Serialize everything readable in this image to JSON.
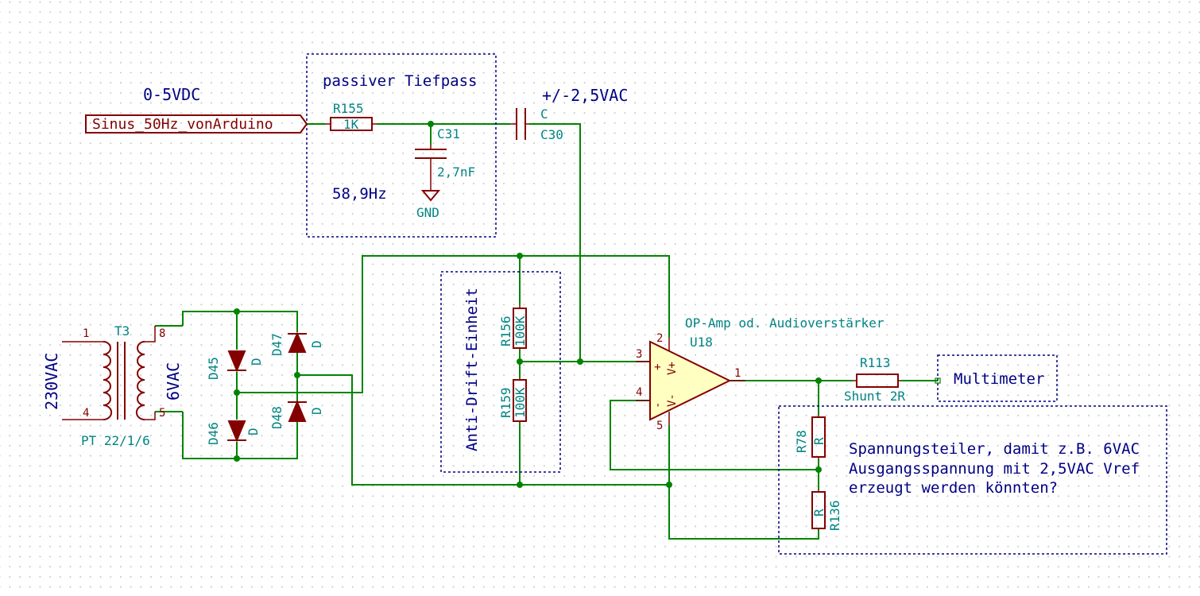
{
  "net_labels": {
    "input_range": "0-5VDC",
    "ac_out": "+/-2,5VAC"
  },
  "notes": {
    "lowpass_title": "passiver Tiefpass",
    "cutoff": "58,9Hz",
    "anti_drift": "Anti-Drift-Einheit",
    "multimeter": "Multimeter",
    "divider_line1": "Spannungsteiler, damit z.B. 6VAC",
    "divider_line2": "Ausgangsspannung mit 2,5VAC Vref",
    "divider_line3": "erzeugt werden könnten?",
    "mains": "230VAC",
    "secondary": "6VAC"
  },
  "hier_label": {
    "text": "Sinus_50Hz_vonArduino"
  },
  "components": {
    "r155": {
      "ref": "R155",
      "value": "1K"
    },
    "c31": {
      "ref": "C31",
      "value": "2,7nF"
    },
    "gnd": {
      "value": "GND"
    },
    "c30": {
      "ref": "C30",
      "value": "C"
    },
    "r156": {
      "ref": "R156",
      "value": "100K"
    },
    "r159": {
      "ref": "R159",
      "value": "100K"
    },
    "t3": {
      "ref": "T3",
      "value": "PT 22/1/6",
      "pins": [
        "1",
        "4",
        "8",
        "5"
      ]
    },
    "d45": {
      "ref": "D45",
      "value": "D"
    },
    "d46": {
      "ref": "D46",
      "value": "D"
    },
    "d47": {
      "ref": "D47",
      "value": "D"
    },
    "d48": {
      "ref": "D48",
      "value": "D"
    },
    "u18": {
      "ref": "U18",
      "value": "OP-Amp od. Audioverstärker",
      "pins": [
        "2",
        "3",
        "4",
        "5",
        "1"
      ],
      "pin_names": [
        "V+",
        "V-",
        "+",
        "-"
      ]
    },
    "r113": {
      "ref": "R113",
      "value": "Shunt 2R"
    },
    "r78": {
      "ref": "R78",
      "value": "R"
    },
    "r136": {
      "ref": "R136",
      "value": "R"
    }
  }
}
